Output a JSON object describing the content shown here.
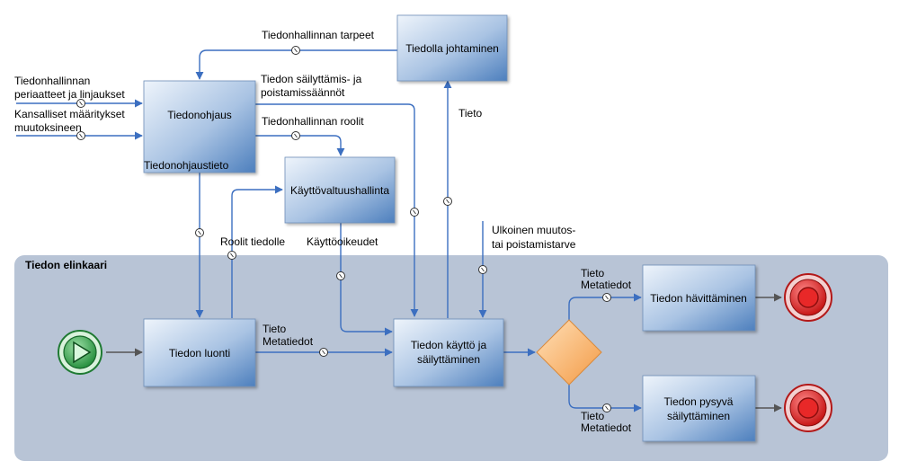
{
  "colors": {
    "box_fill_light": "#e8f0fa",
    "box_fill_dark": "#4d7fbd",
    "flow_line": "#3c6fc0",
    "seq_line": "#555555",
    "pool_fill": "#b8c4d6",
    "start_fill": "#2fa34a",
    "end_fill": "#d81f1f",
    "gateway_fill": "#f7a85c"
  },
  "pool": {
    "label": "Tiedon elinkaari"
  },
  "boxes": {
    "tiedolla_johtaminen": "Tiedolla johtaminen",
    "tiedonohjaus": "Tiedonohjaus",
    "kayttovaltuushallinta": "Käyttövaltuushallinta",
    "tiedon_luonti": "Tiedon luonti",
    "kaytto": [
      "Tiedon käyttö ja",
      "säilyttäminen"
    ],
    "havittaminen": "Tiedon hävittäminen",
    "pysyva": [
      "Tiedon pysyvä",
      "säilyttäminen"
    ]
  },
  "labels": {
    "tarpeet": "Tiedonhallinnan tarpeet",
    "periaatteet": [
      "Tiedonhallinnan",
      "periaatteet ja linjaukset"
    ],
    "kansalliset": [
      "Kansalliset määritykset",
      "muutoksineen"
    ],
    "sailyttamis": [
      "Tiedon säilyttämis- ja",
      "poistamissäännöt"
    ],
    "roolit": "Tiedonhallinnan roolit",
    "ohjaustieto": "Tiedonohjaustieto",
    "tieto_up": "Tieto",
    "roolit_tiedolle": "Roolit tiedolle",
    "kayttooikeudet": "Käyttöoikeudet",
    "ulkoinen": [
      "Ulkoinen muutos-",
      "tai poistamistarve"
    ],
    "luonti_out": [
      "Tieto",
      "Metatiedot"
    ],
    "havitys_in": [
      "Tieto",
      "Metatiedot"
    ],
    "pysyva_in": [
      "Tieto",
      "Metatiedot"
    ]
  },
  "icons": {
    "start": "play-start-icon",
    "end": "stop-end-icon",
    "gateway": "diamond-gateway-icon",
    "message": "message-token-icon"
  }
}
